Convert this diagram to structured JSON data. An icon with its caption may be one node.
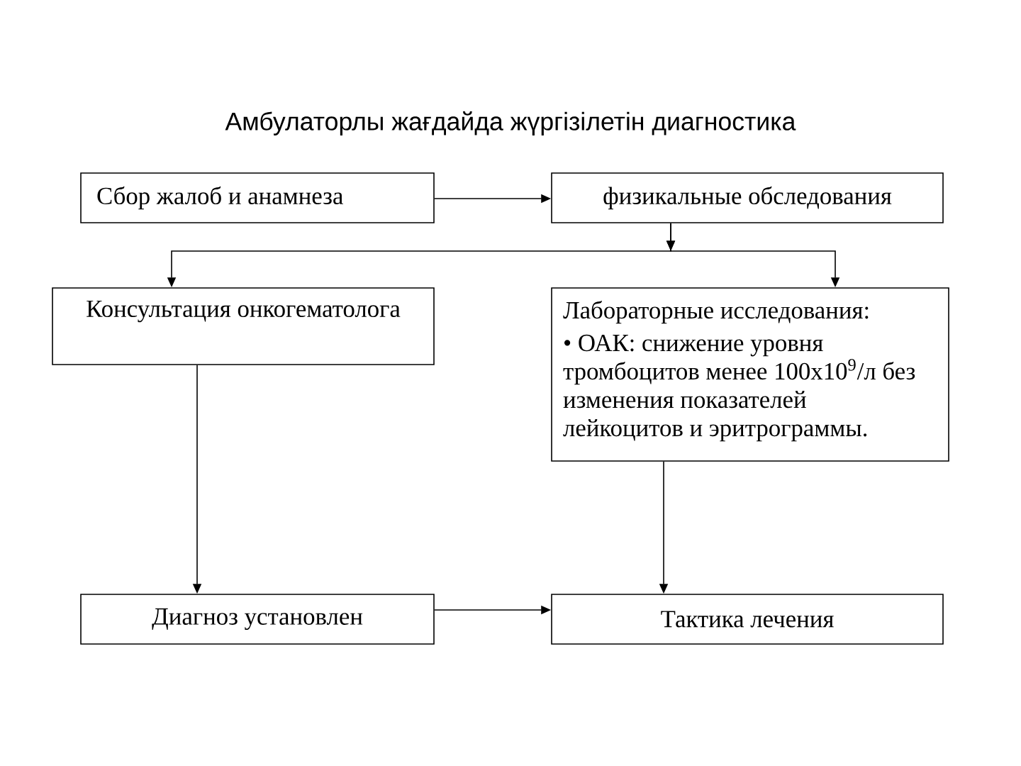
{
  "diagram": {
    "title": "Амбулаторлы жағдайда жүргізілетін диагностика",
    "nodes": [
      {
        "text": [
          "Сбор жалоб и анамнеза"
        ]
      },
      {
        "text": [
          "физикальные обследования"
        ]
      },
      {
        "text": [
          "Консультация онкогематолога"
        ]
      },
      {
        "text": [
          "Лабораторные исследования:",
          "• ОАК: снижение уровня тромбоцитов менее 100х10$^{9}$/л без изменения показателей лейкоцитов и эритрограммы."
        ]
      },
      {
        "text": [
          "Диагноз установлен"
        ]
      },
      {
        "text": [
          "Тактика лечения"
        ]
      }
    ],
    "edges": [
      {
        "from": 0,
        "to": 1,
        "arrow": "to"
      },
      {
        "from": 1,
        "to": 2,
        "arrow": "to"
      },
      {
        "from": 1,
        "to": 3,
        "arrow": "to"
      },
      {
        "from": 2,
        "to": 4,
        "arrow": "to"
      },
      {
        "from": 3,
        "to": 5,
        "arrow": "to"
      },
      {
        "from": 4,
        "to": 5,
        "arrow": "to"
      }
    ]
  }
}
